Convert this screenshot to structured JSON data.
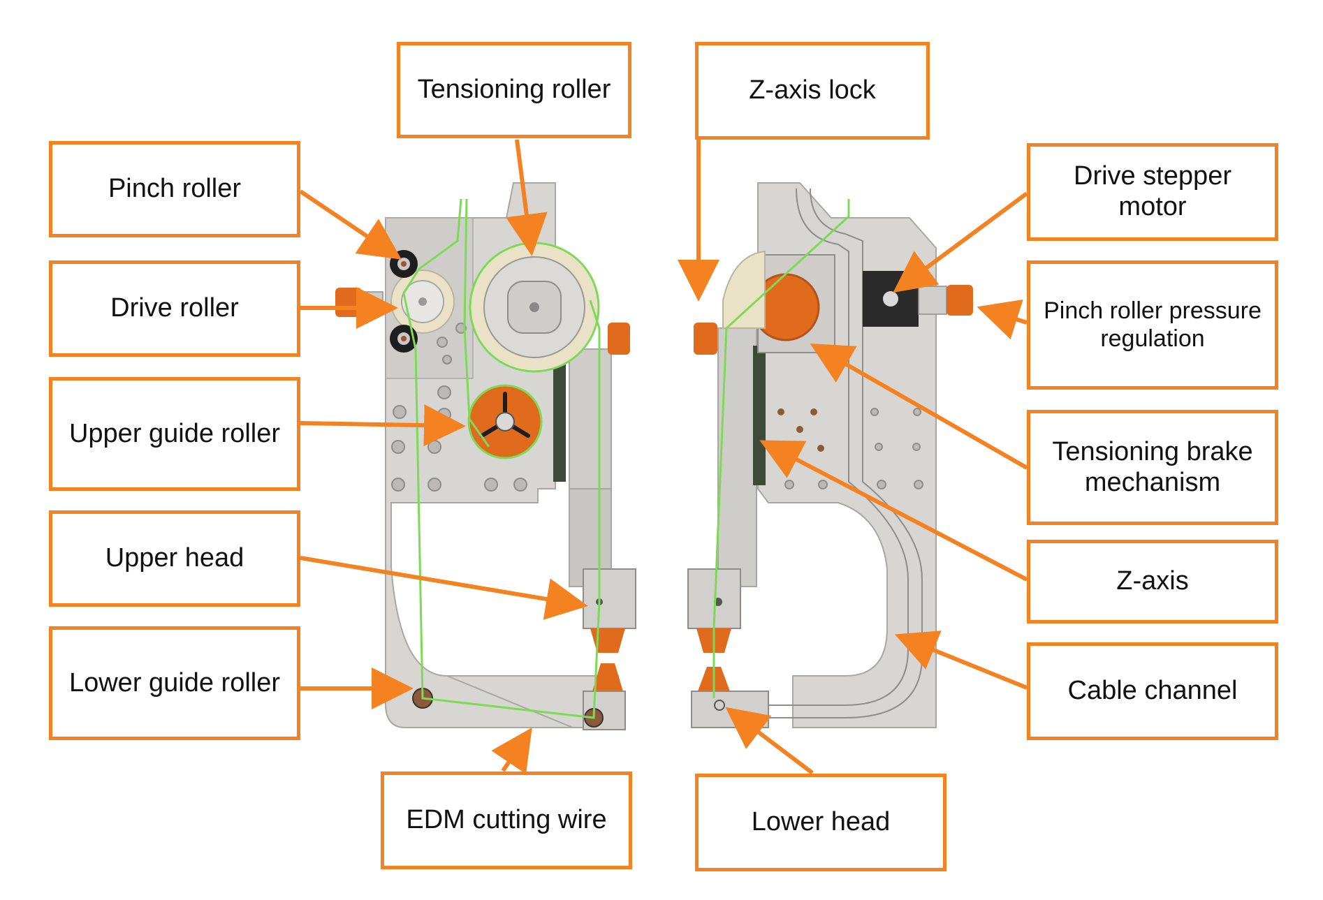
{
  "colors": {
    "accent": "#f58220",
    "wire": "#7ed957",
    "frame": "#d8d6d3",
    "frame_edge": "#a9a7a4",
    "dark": "#2a2a2a",
    "orange_part": "#e06b1c"
  },
  "labels": {
    "tensioning_roller": "Tensioning roller",
    "z_axis_lock": "Z-axis lock",
    "pinch_roller": "Pinch roller",
    "drive_stepper_motor": "Drive stepper motor",
    "drive_roller": "Drive roller",
    "pinch_roller_pressure_regulation": "Pinch roller pressure regulation",
    "upper_guide_roller": "Upper guide roller",
    "tensioning_brake_mechanism": "Tensioning brake mechanism",
    "upper_head": "Upper head",
    "z_axis": "Z-axis",
    "lower_guide_roller": "Lower guide roller",
    "cable_channel": "Cable channel",
    "edm_cutting_wire": "EDM cutting wire",
    "lower_head": "Lower head"
  }
}
